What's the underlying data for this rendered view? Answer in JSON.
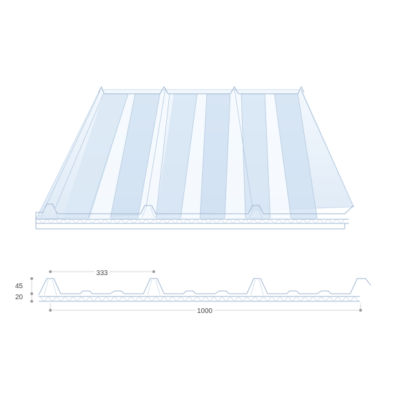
{
  "dimensions": {
    "pitch": "333",
    "width": "1000",
    "rib_height": "45",
    "base_height": "20"
  },
  "colors": {
    "sheet_light": "#e9f2fb",
    "sheet_mid": "#d4e4f4",
    "sheet_dark": "#c2d8ee",
    "sheet_edge": "#a9c2dc",
    "profile_line": "#9fb6cf",
    "dimension_line": "#c8c8c8",
    "dimension_dot": "#9a9a9a"
  }
}
